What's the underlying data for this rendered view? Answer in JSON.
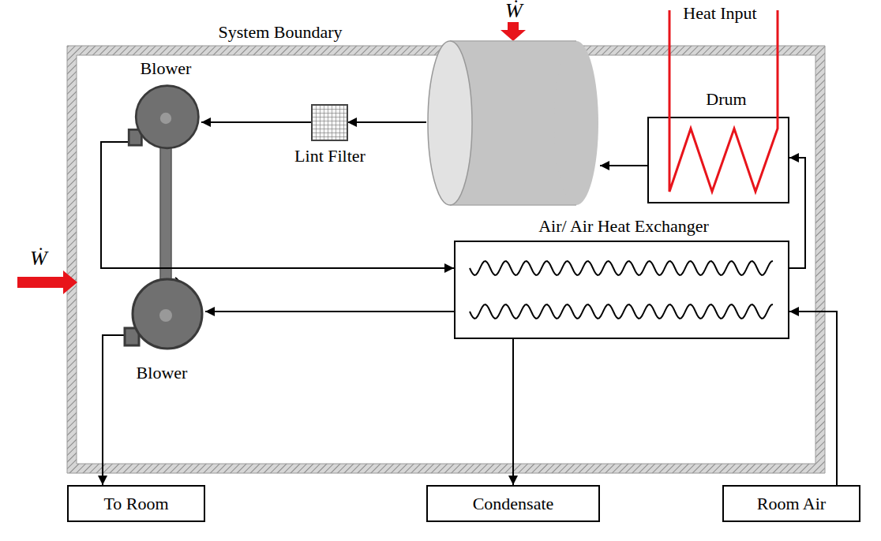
{
  "diagram": {
    "nodes": [
      {
        "text": [
          "System Boundary"
        ]
      },
      {
        "text": [
          "Blower"
        ],
        "in": 0
      },
      {
        "text": [
          "Lint Filter"
        ],
        "in": 0
      },
      {
        "text": [
          "Drum"
        ],
        "in": 0
      },
      {
        "text": [
          "Heat Input"
        ],
        "in": 0
      },
      {
        "text": [
          "Air/ Air Heat Exchanger"
        ],
        "in": 0
      },
      {
        "text": [
          "Blower"
        ],
        "in": 0
      },
      {
        "text": [
          "To Room"
        ]
      },
      {
        "text": [
          "Condensate"
        ]
      },
      {
        "text": [
          "Room Air"
        ]
      }
    ],
    "edges": [
      {
        "from": 4,
        "to": 3,
        "arrow": "to"
      },
      {
        "from": 3,
        "to": 2,
        "arrow": "to"
      },
      {
        "from": 2,
        "to": 1,
        "arrow": "to"
      },
      {
        "from": 1,
        "to": 5,
        "arrow": "to"
      },
      {
        "from": 5,
        "to": 4,
        "arrow": "to"
      },
      {
        "from": 9,
        "to": 5,
        "arrow": "to"
      },
      {
        "from": 5,
        "to": 6,
        "arrow": "to"
      },
      {
        "from": 5,
        "to": 8,
        "arrow": "to"
      },
      {
        "from": 6,
        "to": 7,
        "arrow": "to"
      }
    ],
    "labels": [
      "Ẇ",
      "Ẇ"
    ]
  }
}
